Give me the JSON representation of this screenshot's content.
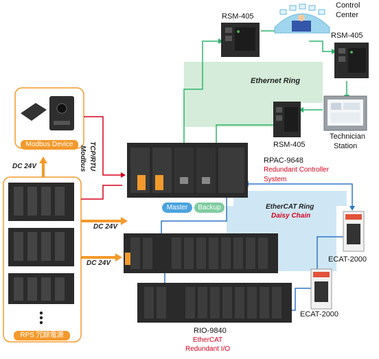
{
  "labels": {
    "rsm_top": "RSM-405",
    "rsm_right": "RSM-405",
    "rsm_mid": "RSM-405",
    "control_center_line1": "Control",
    "control_center_line2": "Center",
    "technician_line1": "Technician",
    "technician_line2": "Station",
    "ethernet_ring": "Ethernet Ring",
    "modbus_device": "Modbus Device",
    "modbus_rtu_line1": "Modbus",
    "modbus_rtu_line2": "TCP/RTU",
    "dc24v_1": "DC 24V",
    "dc24v_2": "DC 24V",
    "dc24v_3": "DC 24V",
    "rpac_title": "RPAC-9648",
    "rpac_sub1": "Redundant Controller",
    "rpac_sub2": "System",
    "master": "Master",
    "backup": "Backup",
    "ethercat_ring": "EtherCAT Ring",
    "daisy_chain": "Daisy Chain",
    "ecat_top": "ECAT-2000",
    "ecat_bottom": "ECAT-2000",
    "rio_title": "RIO-9840",
    "rio_sub1": "EtherCAT",
    "rio_sub2": "Redundant I/O",
    "rps_label": "RPS 冗餘電源"
  },
  "colors": {
    "ethernet_green": "#2db36b",
    "ethernet_ring_fill": "#d4ecd9",
    "ethercat_blue": "#2e76c9",
    "ethercat_ring_fill": "#cfe7f4",
    "power_orange": "#f39a2c",
    "modbus_red": "#d6001c",
    "master_blue": "#4aa3df",
    "backup_green": "#7fcca0"
  }
}
